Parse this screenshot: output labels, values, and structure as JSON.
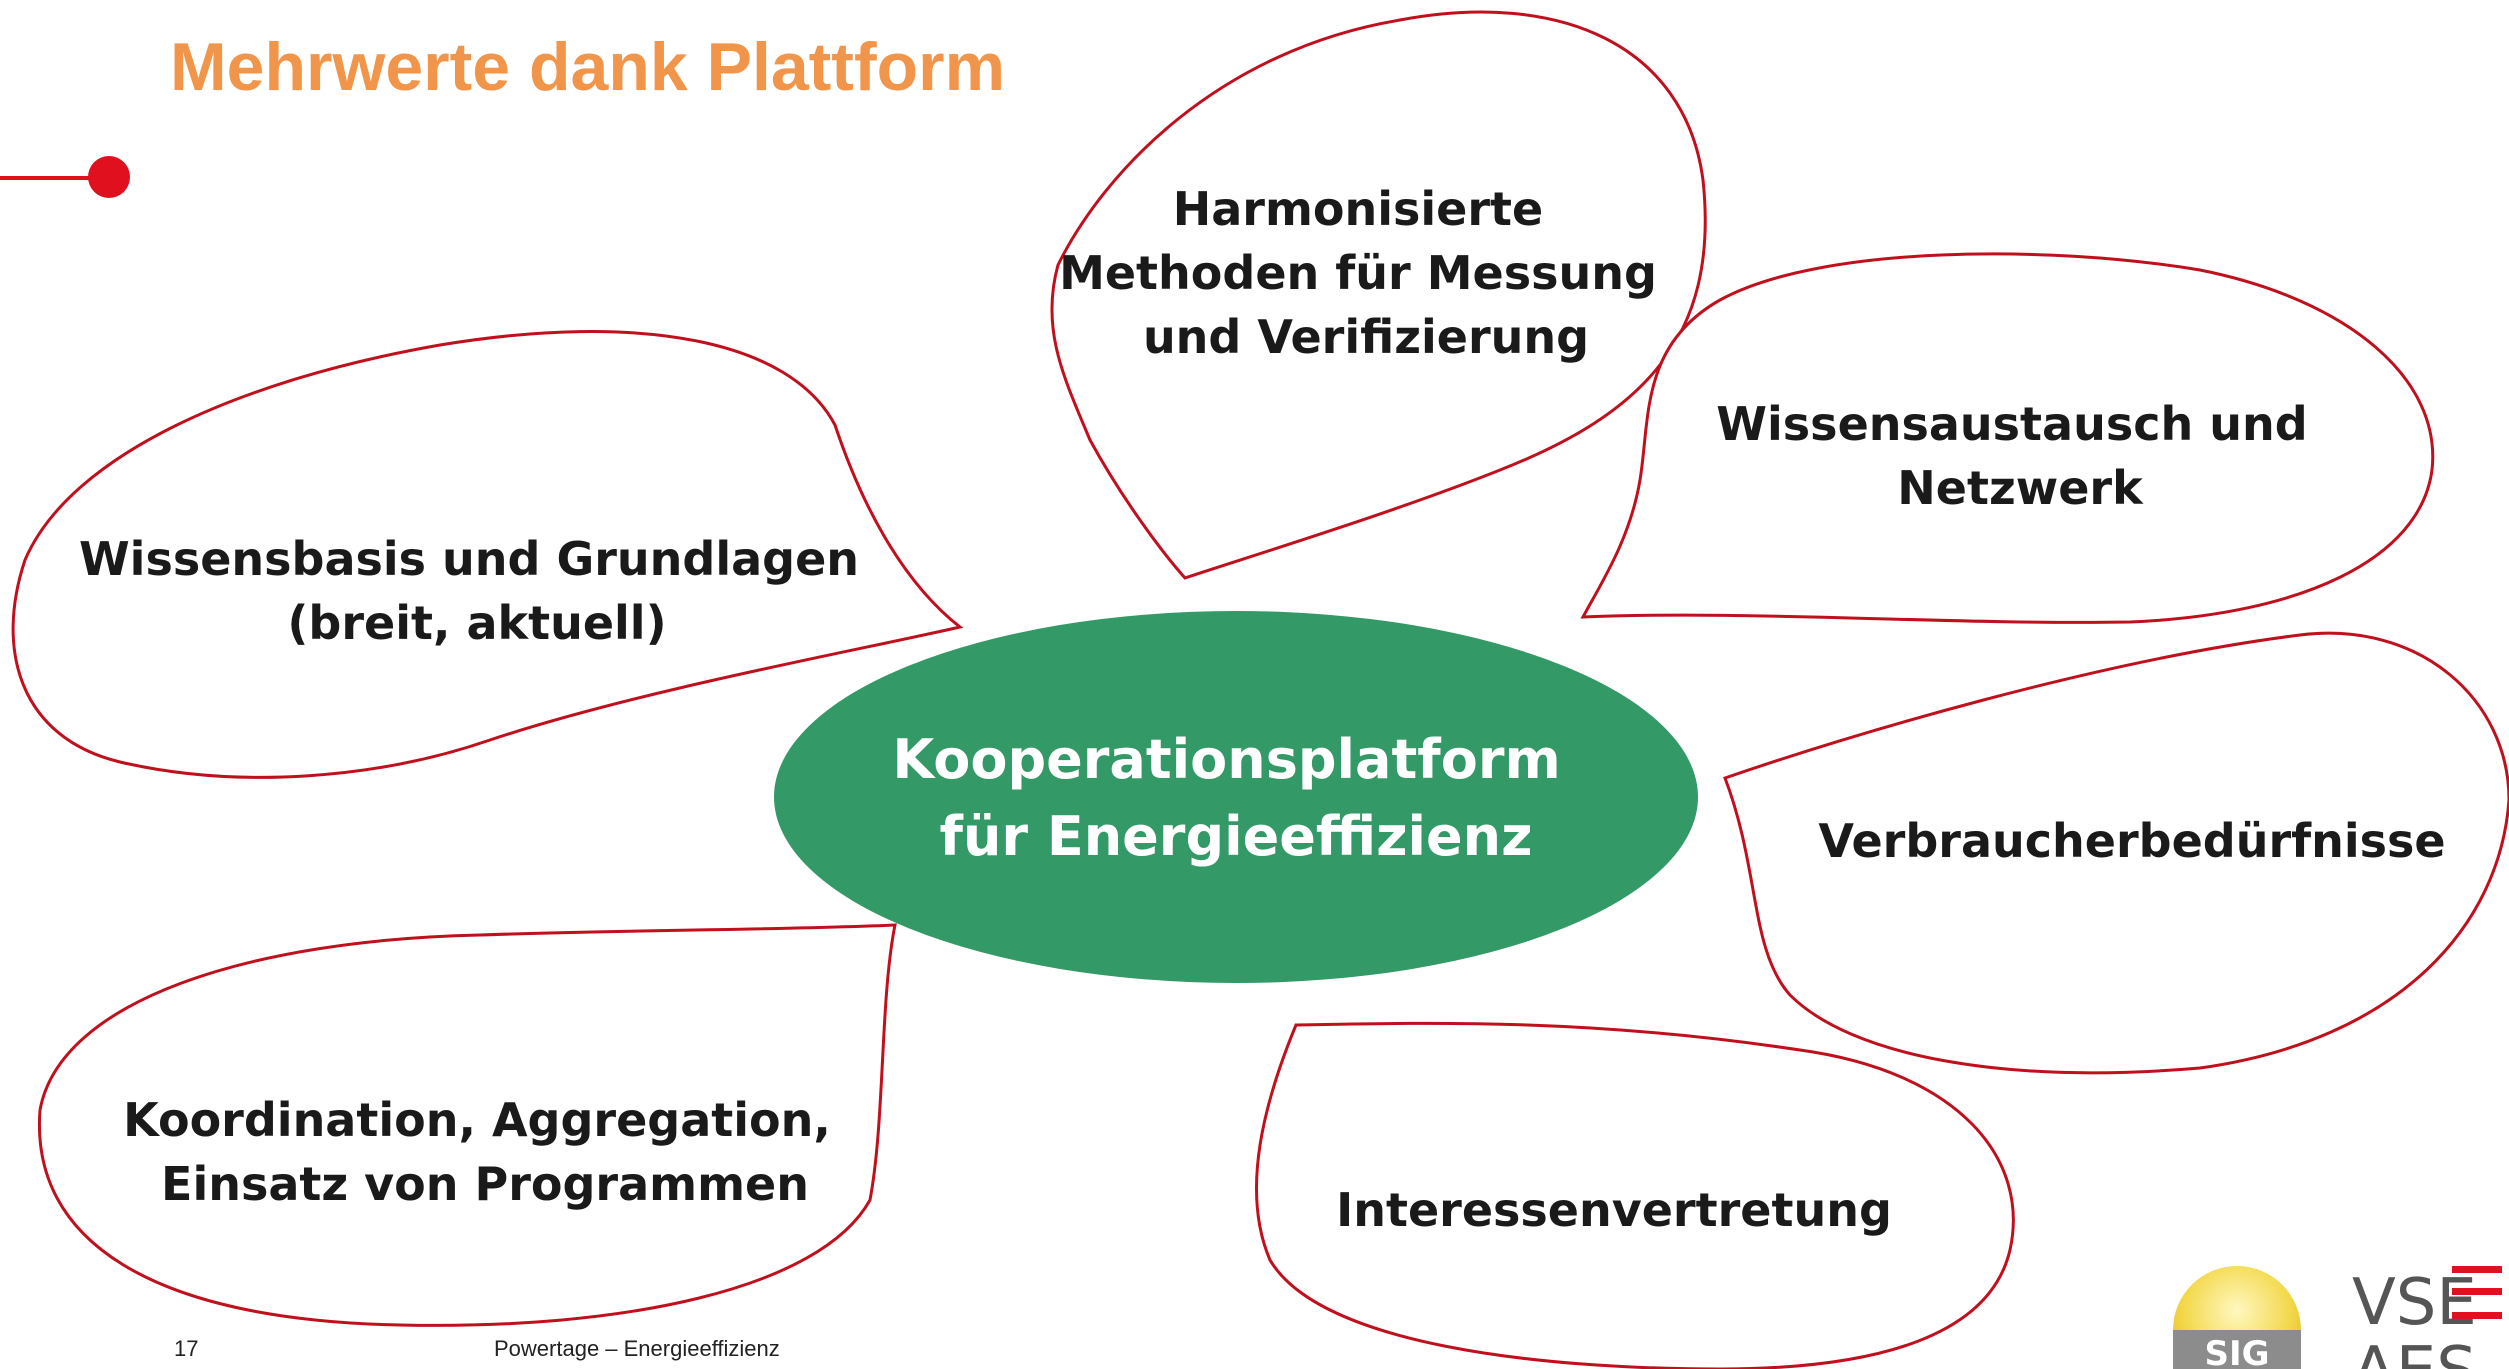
{
  "header": {
    "title": "Mehrwerte dank Plattform"
  },
  "diagram": {
    "center": {
      "lines": [
        "Kooperationsplatform",
        "für Energieeffizienz"
      ],
      "color": "#339966"
    },
    "bubbles": [
      {
        "id": "wissensbasis",
        "lines": [
          "Wissensbasis und Grundlagen",
          "(breit, aktuell)"
        ]
      },
      {
        "id": "harmonisierte",
        "lines": [
          "Harmonisierte",
          "Methoden für Messung",
          "und Verifizierung"
        ]
      },
      {
        "id": "wissensaustausch",
        "lines": [
          "Wissensaustausch und",
          "Netzwerk"
        ]
      },
      {
        "id": "verbraucher",
        "lines": [
          "Verbraucherbedürfnisse"
        ]
      },
      {
        "id": "interessen",
        "lines": [
          "Interessenvertretung"
        ]
      },
      {
        "id": "koordination",
        "lines": [
          "Koordination, Aggregation,",
          "Einsatz von Programmen"
        ]
      }
    ],
    "outline_color": "#c0101e"
  },
  "footer": {
    "page_number": "17",
    "text": "Powertage – Energieeffizienz"
  },
  "logos": {
    "sig": "SIG",
    "vse_top": "VSE",
    "vse_bottom": "AES"
  },
  "colors": {
    "title": "#f0954a",
    "accent_red": "#e0101e",
    "line_gray": "#707070",
    "line_gold": "#e6b020"
  }
}
